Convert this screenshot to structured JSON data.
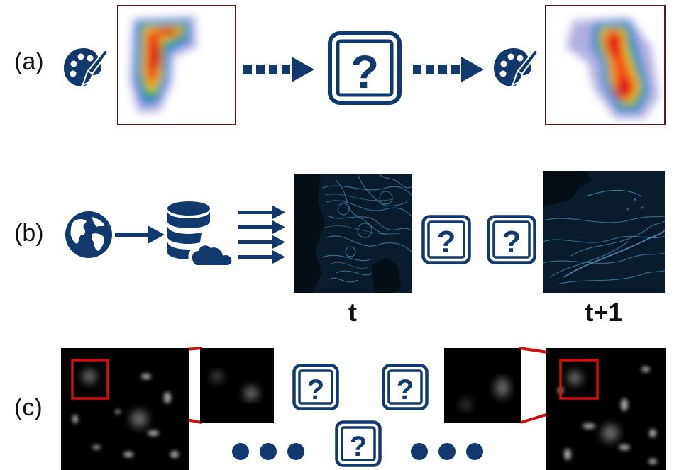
{
  "colors": {
    "icon_navy": "#12396e",
    "zoom_red": "#cc1111",
    "heatmap_frame": "#5a1a1a",
    "ocean_bg": "#06131e",
    "ocean_flow": "#3f7ea6"
  },
  "rows": [
    {
      "label": "(a)",
      "items": [
        "palette-icon",
        "heatmap-panel",
        "dashed-arrow-icon",
        "question-box-icon",
        "dashed-arrow-icon",
        "palette-icon",
        "heatmap-panel"
      ]
    },
    {
      "label": "(b)",
      "items": [
        "globe-icon",
        "arrow-icon",
        "database-cloud-icon",
        "arrows-icon",
        "ocean-panel",
        "question-box-icon",
        "question-box-icon",
        "ocean-panel"
      ],
      "frame_labels": [
        "t",
        "t+1"
      ]
    },
    {
      "label": "(c)",
      "items": [
        "microscopy-panel",
        "zoom-panel",
        "question-box-icon",
        "question-box-icon",
        "question-box-icon",
        "ellipsis-dots",
        "ellipsis-dots",
        "zoom-panel",
        "microscopy-panel"
      ]
    }
  ]
}
